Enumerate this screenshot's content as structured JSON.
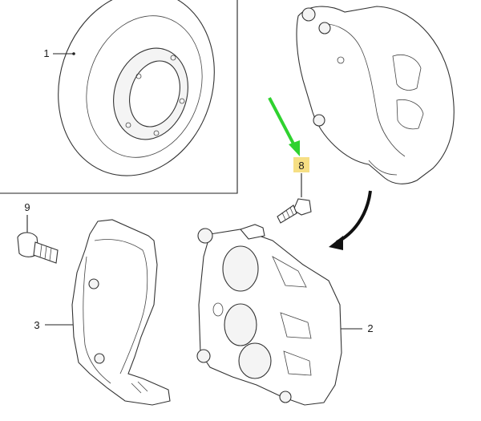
{
  "callouts": {
    "p1": "1",
    "p2": "2",
    "p3": "3",
    "p8": "8",
    "p9": "9"
  },
  "colors": {
    "highlight": "#f6df84",
    "arrow_green": "#2fd22f",
    "line": "#222222"
  },
  "icons": {
    "assembly_arrow": "curved-arrow-icon",
    "pointer": "green-arrow-icon"
  }
}
